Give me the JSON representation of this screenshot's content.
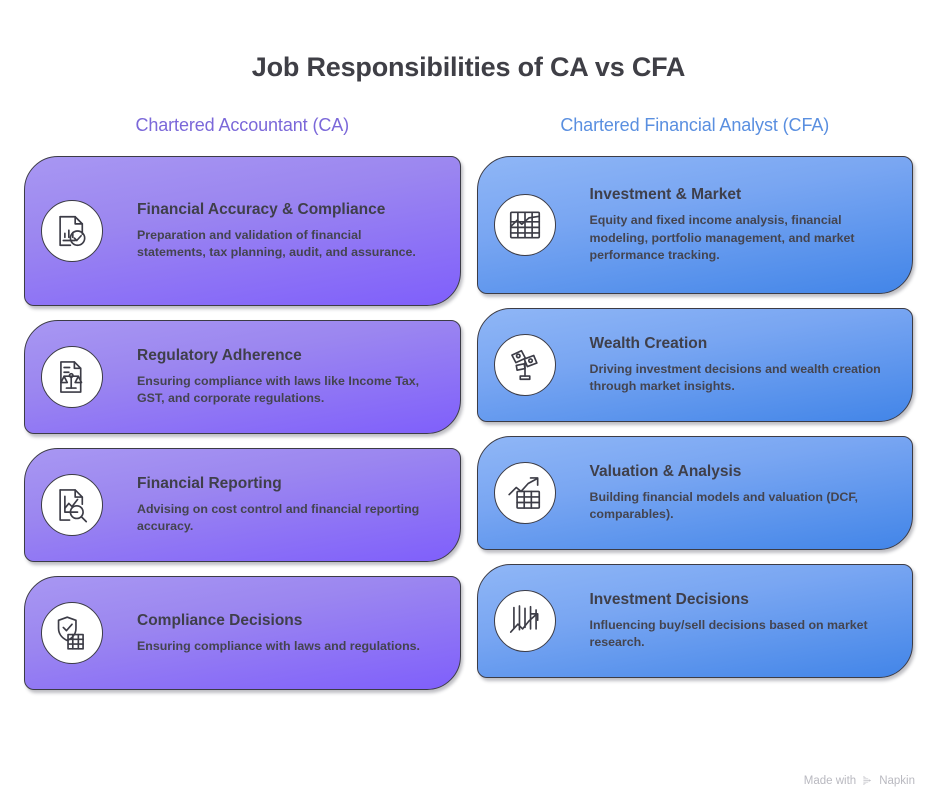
{
  "title": "Job Responsibilities of CA vs CFA",
  "columns": [
    {
      "header": "Chartered Accountant (CA)",
      "accent": "#7b68d9",
      "theme": "ca",
      "cards": [
        {
          "icon": "document-chart-check-icon",
          "title": "Financial Accuracy & Compliance",
          "desc": "Preparation and validation of financial statements, tax planning, audit, and assurance."
        },
        {
          "icon": "document-scales-icon",
          "title": "Regulatory Adherence",
          "desc": "Ensuring compliance with laws like Income Tax, GST, and corporate regulations."
        },
        {
          "icon": "document-chart-magnifier-icon",
          "title": "Financial Reporting",
          "desc": "Advising on cost control and financial reporting accuracy."
        },
        {
          "icon": "shield-check-building-icon",
          "title": "Compliance Decisions",
          "desc": "Ensuring compliance with laws and regulations."
        }
      ]
    },
    {
      "header": "Chartered Financial Analyst (CFA)",
      "accent": "#5a8fe0",
      "theme": "cfa",
      "cards": [
        {
          "icon": "grid-area-chart-icon",
          "title": "Investment & Market",
          "desc": "Equity and fixed income analysis, financial modeling, portfolio management, and market performance tracking."
        },
        {
          "icon": "money-tree-icon",
          "title": "Wealth Creation",
          "desc": "Driving investment decisions and wealth creation through market insights."
        },
        {
          "icon": "trend-up-table-icon",
          "title": "Valuation & Analysis",
          "desc": "Building financial models and valuation (DCF, comparables)."
        },
        {
          "icon": "candlestick-arrow-icon",
          "title": "Investment Decisions",
          "desc": "Influencing buy/sell decisions based on market research."
        }
      ]
    }
  ],
  "footer": {
    "made_with": "Made with",
    "brand": "Napkin"
  }
}
